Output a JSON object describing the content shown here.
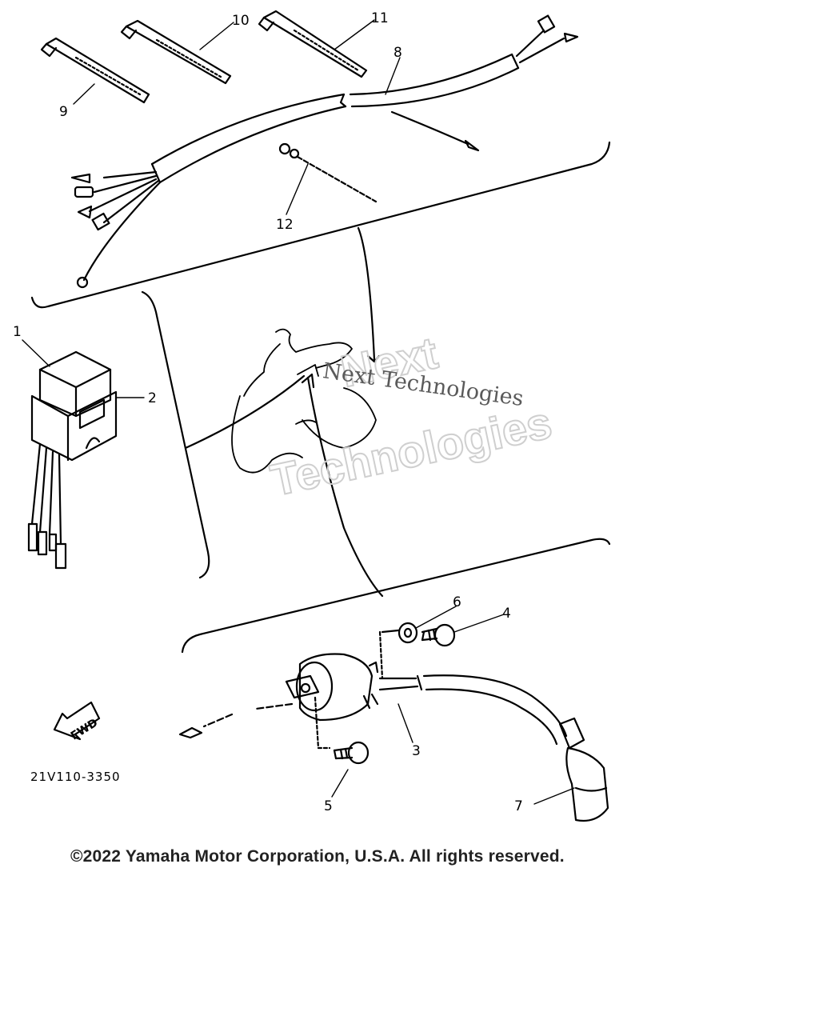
{
  "part_number": "21V110-3350",
  "callouts": [
    "1",
    "2",
    "3",
    "4",
    "5",
    "6",
    "7",
    "8",
    "9",
    "10",
    "11",
    "12"
  ],
  "forward_arrow_text": "FWD",
  "watermark": {
    "line1": "Next",
    "line2": "Technologies",
    "inline": "Next Technologies"
  },
  "copyright": "©2022 Yamaha Motor Corporation, U.S.A. All rights reserved."
}
